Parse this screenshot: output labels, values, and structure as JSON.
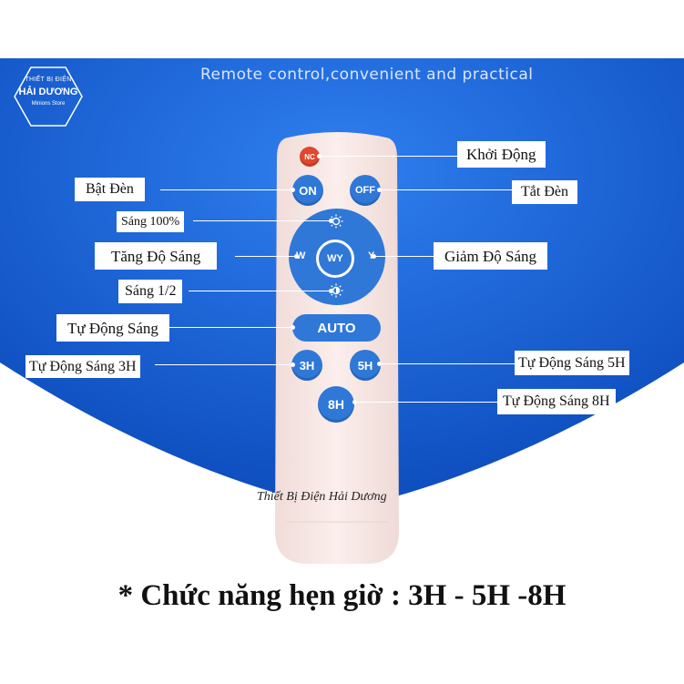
{
  "header": {
    "logo": {
      "line1": "THIẾT BỊ ĐIỆN",
      "line2": "HẢI DƯƠNG",
      "line3": "Minions Store"
    },
    "tagline": "Remote control,convenient and practical"
  },
  "remote": {
    "buttons": {
      "nc": "NC",
      "on": "ON",
      "off": "OFF",
      "w": "W",
      "wy": "WY",
      "y": "Y",
      "auto": "AUTO",
      "h3": "3H",
      "h5": "5H",
      "h8": "8H"
    },
    "watermark": "Thiết Bị Điện Hải Dương"
  },
  "labels": {
    "khoi_dong": "Khởi Động",
    "bat_den": "Bật Đèn",
    "tat_den": "Tắt Đèn",
    "sang_100": "Sáng 100%",
    "tang_do_sang": "Tăng Độ Sáng",
    "giam_do_sang": "Giảm Độ Sáng",
    "sang_1_2": "Sáng 1/2",
    "tu_dong_sang": "Tự Động Sáng",
    "tu_dong_sang_3h": "Tự Động Sáng 3H",
    "tu_dong_sang_5h": "Tự Động Sáng 5H",
    "tu_dong_sang_8h": "Tự Động Sáng 8H"
  },
  "caption": "* Chức năng hẹn giờ : 3H - 5H -8H",
  "colors": {
    "background_blue": "#1763d8",
    "button_blue": "#2f78d8",
    "nc_red": "#e2462c",
    "remote_body": "#f7e6e3"
  }
}
